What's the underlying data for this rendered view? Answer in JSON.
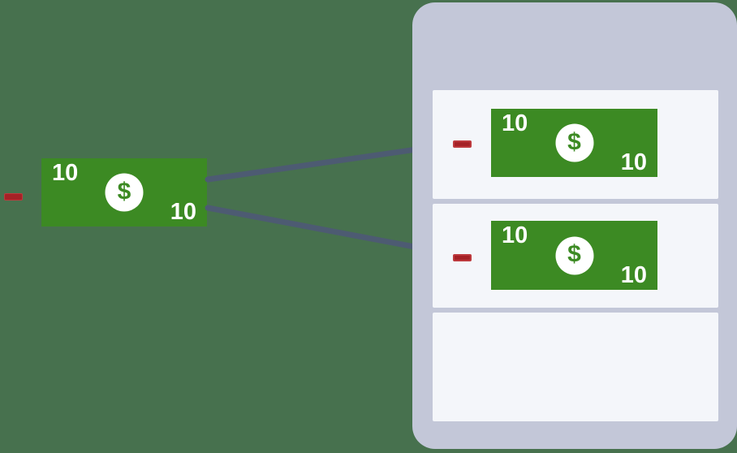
{
  "colors": {
    "background": "#47714e",
    "panel": "#c3c7d8",
    "row": "#f4f6fa",
    "bill": "#3c8a23",
    "bill_text": "#ffffff",
    "coin": "#ffffff",
    "minus": "#a52126",
    "minus_edge": "#bd393d",
    "arrow": "#4d5b72"
  },
  "bills": {
    "source": {
      "top_value": "10",
      "bottom_value": "10",
      "symbol": "$"
    },
    "output_1": {
      "top_value": "10",
      "bottom_value": "10",
      "symbol": "$"
    },
    "output_2": {
      "top_value": "10",
      "bottom_value": "10",
      "symbol": "$"
    }
  },
  "icons": {
    "minus_source": "minus-icon",
    "minus_output_1": "minus-icon",
    "minus_output_2": "minus-icon",
    "arrow_top": "arrow-right-icon",
    "arrow_bottom": "arrow-right-icon",
    "dollar_coin": "dollar-coin-icon"
  },
  "panel": {
    "row_count": 3,
    "filled_rows": 2,
    "empty_row_text": ""
  }
}
